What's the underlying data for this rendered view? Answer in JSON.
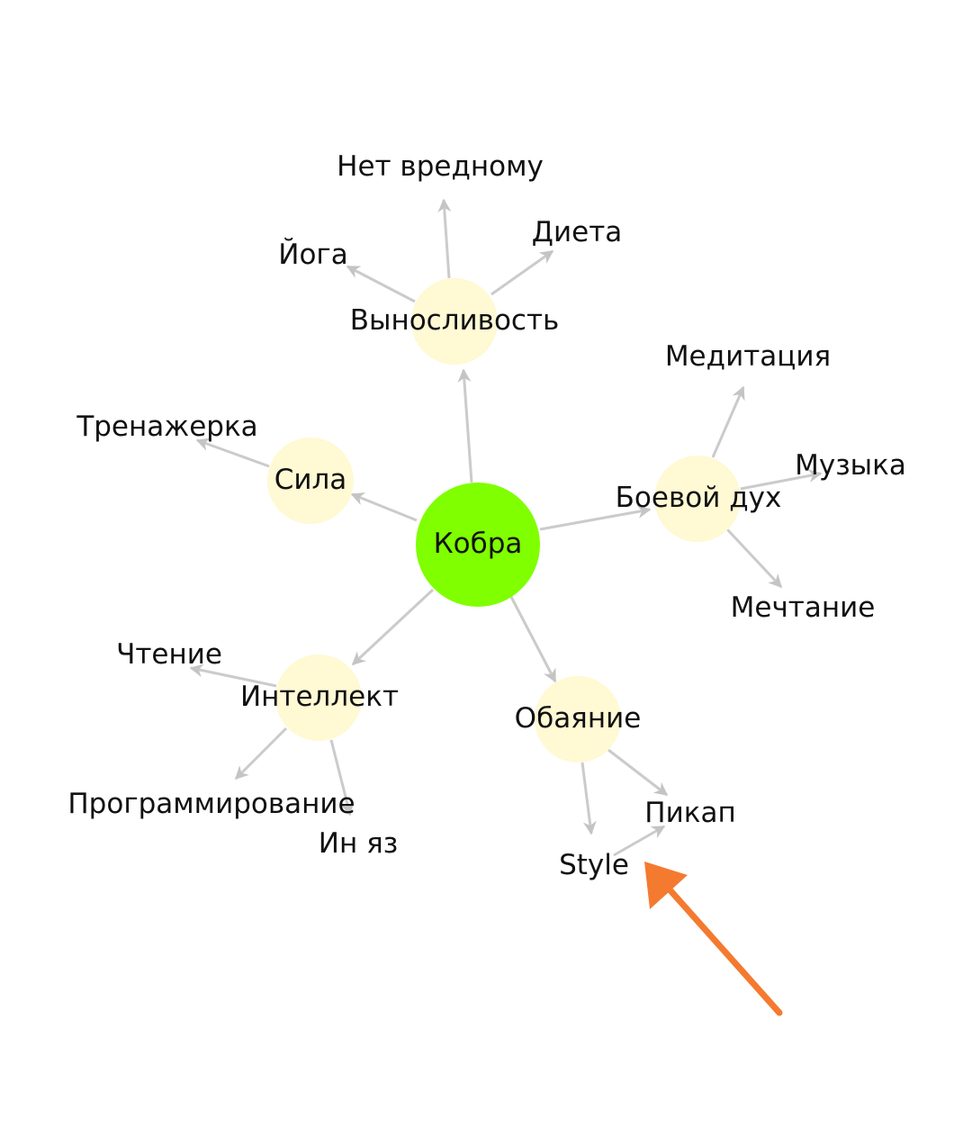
{
  "colors": {
    "root_node": "#7fff00",
    "branch_node": "#fff9d4",
    "edge": "#cbcbcb",
    "text": "#111111",
    "highlight_arrow": "#f47a30"
  },
  "nodes": {
    "kobra": "Кобра",
    "vynoslivost": "Выносливость",
    "sila": "Сила",
    "boevoy_duh": "Боевой дух",
    "intellekt": "Интеллект",
    "obayanie": "Обаяние",
    "net_vrednomu": "Нет вредному",
    "yoga": "Йога",
    "dieta": "Диета",
    "trenazherka": "Тренажерка",
    "meditatsiya": "Медитация",
    "muzyka": "Музыка",
    "mechtanie": "Мечтание",
    "chtenie": "Чтение",
    "programmirovanie": "Программирование",
    "in_yaz": "Ин яз",
    "pikap": "Пикап",
    "style": "Style"
  },
  "edges": [
    {
      "from": "kobra",
      "to": "vynoslivost"
    },
    {
      "from": "kobra",
      "to": "sila"
    },
    {
      "from": "kobra",
      "to": "boevoy_duh"
    },
    {
      "from": "kobra",
      "to": "intellekt"
    },
    {
      "from": "kobra",
      "to": "obayanie"
    },
    {
      "from": "vynoslivost",
      "to": "net_vrednomu"
    },
    {
      "from": "vynoslivost",
      "to": "yoga"
    },
    {
      "from": "vynoslivost",
      "to": "dieta"
    },
    {
      "from": "sila",
      "to": "trenazherka"
    },
    {
      "from": "boevoy_duh",
      "to": "meditatsiya"
    },
    {
      "from": "boevoy_duh",
      "to": "muzyka"
    },
    {
      "from": "boevoy_duh",
      "to": "mechtanie"
    },
    {
      "from": "intellekt",
      "to": "chtenie"
    },
    {
      "from": "intellekt",
      "to": "programmirovanie"
    },
    {
      "from": "intellekt",
      "to": "in_yaz"
    },
    {
      "from": "obayanie",
      "to": "pikap"
    },
    {
      "from": "obayanie",
      "to": "style"
    },
    {
      "from": "style",
      "to": "pikap"
    }
  ]
}
